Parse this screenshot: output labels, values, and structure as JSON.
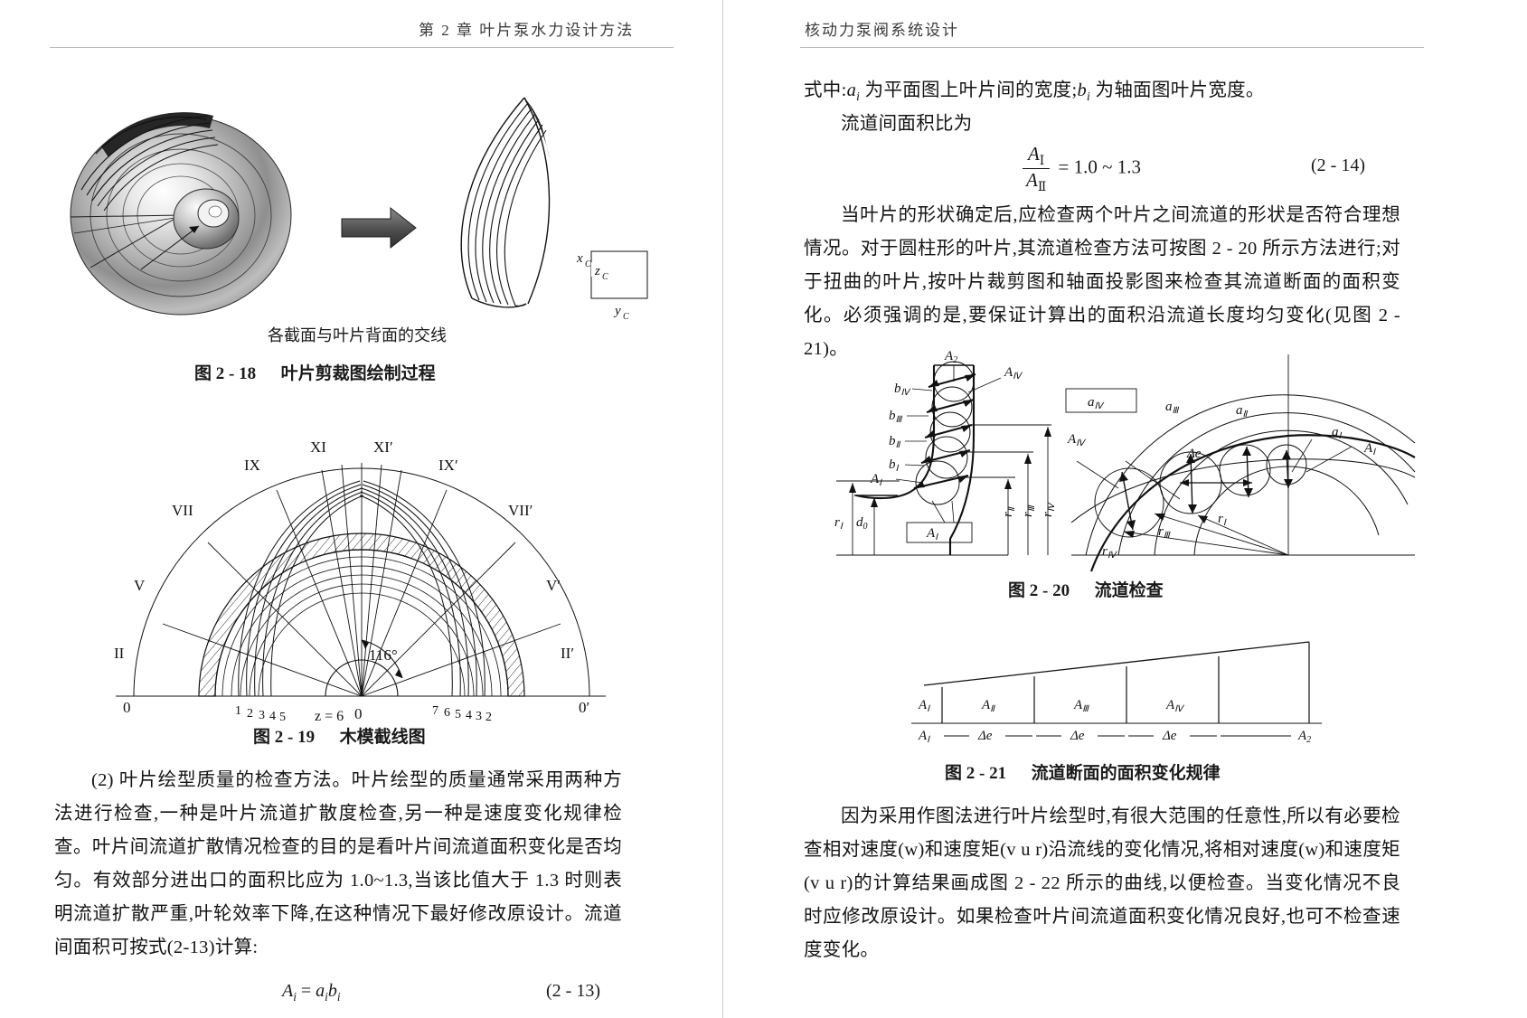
{
  "spread": {
    "left_page": {
      "header": "第 2 章   叶片泵水力设计方法",
      "figures": [
        {
          "id": "fig-2-18",
          "note": "各截面与叶片背面的交线",
          "caption_prefix": "图 2 - 18",
          "caption_title": "叶片剪裁图绘制过程",
          "axis_labels": [
            "x",
            "z",
            "y"
          ],
          "axis_subscript": "C"
        },
        {
          "id": "fig-2-19",
          "caption_prefix": "图 2 - 19",
          "caption_title": "木模截线图",
          "ray_labels_left": [
            "XI",
            "IX",
            "VII",
            "V",
            "II",
            "0"
          ],
          "ray_labels_right": [
            "XI′",
            "IX′",
            "VII′",
            "V′",
            "II′",
            "0′"
          ],
          "angle_label": "116°",
          "center_label": "0",
          "blade_count_label": "z = 6",
          "numbers_left": [
            "1",
            "2",
            "3",
            "4",
            "5"
          ],
          "numbers_right": [
            "7",
            "6",
            "5",
            "4",
            "3",
            "2"
          ]
        }
      ],
      "body_paragraph": "(2) 叶片绘型质量的检查方法。叶片绘型的质量通常采用两种方法进行检查,一种是叶片流道扩散度检查,另一种是速度变化规律检查。叶片间流道扩散情况检查的目的是看叶片间流道面积变化是否均匀。有效部分进出口的面积比应为 1.0~1.3,当该比值大于 1.3 时则表明流道扩散严重,叶轮效率下降,在这种情况下最好修改原设计。流道间面积可按式(2-13)计算:",
      "equation": {
        "lhs": "A",
        "lhs_sub": "i",
        "rhs": "a",
        "rhs_sub1": "i",
        "rhs2": "b",
        "rhs_sub2": "i",
        "number": "(2 - 13)"
      }
    },
    "right_page": {
      "header": "核动力泵阀系统设计",
      "where_line": "式中:a i 为平面图上叶片间的宽度;b i 为轴面图叶片宽度。",
      "where_parts": {
        "prefix": "式中:",
        "var1": "a",
        "sub1": "i",
        "mid": " 为平面图上叶片间的宽度;",
        "var2": "b",
        "sub2": "i",
        "suffix": " 为轴面图叶片宽度。"
      },
      "ratio_intro": "流道间面积比为",
      "equation": {
        "num": "A",
        "num_sub": "Ⅰ",
        "den": "A",
        "den_sub": "Ⅱ",
        "rhs": "= 1.0 ~ 1.3",
        "number": "(2 - 14)"
      },
      "paragraph_1": "当叶片的形状确定后,应检查两个叶片之间流道的形状是否符合理想情况。对于圆柱形的叶片,其流道检查方法可按图 2 - 20 所示方法进行;对于扭曲的叶片,按叶片裁剪图和轴面投影图来检查其流道断面的面积变化。必须强调的是,要保证计算出的面积沿流道长度均匀变化(见图 2 - 21)。",
      "figures": [
        {
          "id": "fig-2-20",
          "caption_prefix": "图 2 - 20",
          "caption_title": "流道检查",
          "meridional_labels": [
            "A2",
            "A_IV",
            "b_IV",
            "b_III",
            "b_II",
            "b_I",
            "A_I",
            "r_I",
            "d0",
            "r_II",
            "r_III",
            "r_IV"
          ],
          "plan_labels": [
            "a_IV",
            "a_III",
            "a_II",
            "a_I",
            "A_IV",
            "A_I",
            "Δe",
            "r_I",
            "r_III",
            "r_IV"
          ],
          "boxed_labels": [
            "A_I",
            "a_IV"
          ]
        },
        {
          "id": "fig-2-21",
          "caption_prefix": "图 2 - 21",
          "caption_title": "流道断面的面积变化规律",
          "bar_labels": [
            "A_I",
            "A_II",
            "A_III",
            "A_IV"
          ],
          "axis_labels": [
            "A_I",
            "Δe",
            "Δe",
            "Δe",
            "A_2"
          ]
        }
      ],
      "paragraph_2": "因为采用作图法进行叶片绘型时,有很大范围的任意性,所以有必要检查相对速度(w)和速度矩(v u r)沿流线的变化情况,将相对速度(w)和速度矩(v u r)的计算结果画成图 2 - 22 所示的曲线,以便检查。当变化情况不良时应修改原设计。如果检查叶片间流道面积变化情况良好,也可不检查速度变化。"
    }
  },
  "glyphs": {
    "roman_1": "Ⅰ",
    "roman_2": "Ⅱ",
    "roman_3": "Ⅲ",
    "roman_4": "Ⅳ",
    "delta": "Δ",
    "tilde": "~",
    "degree": "°"
  }
}
